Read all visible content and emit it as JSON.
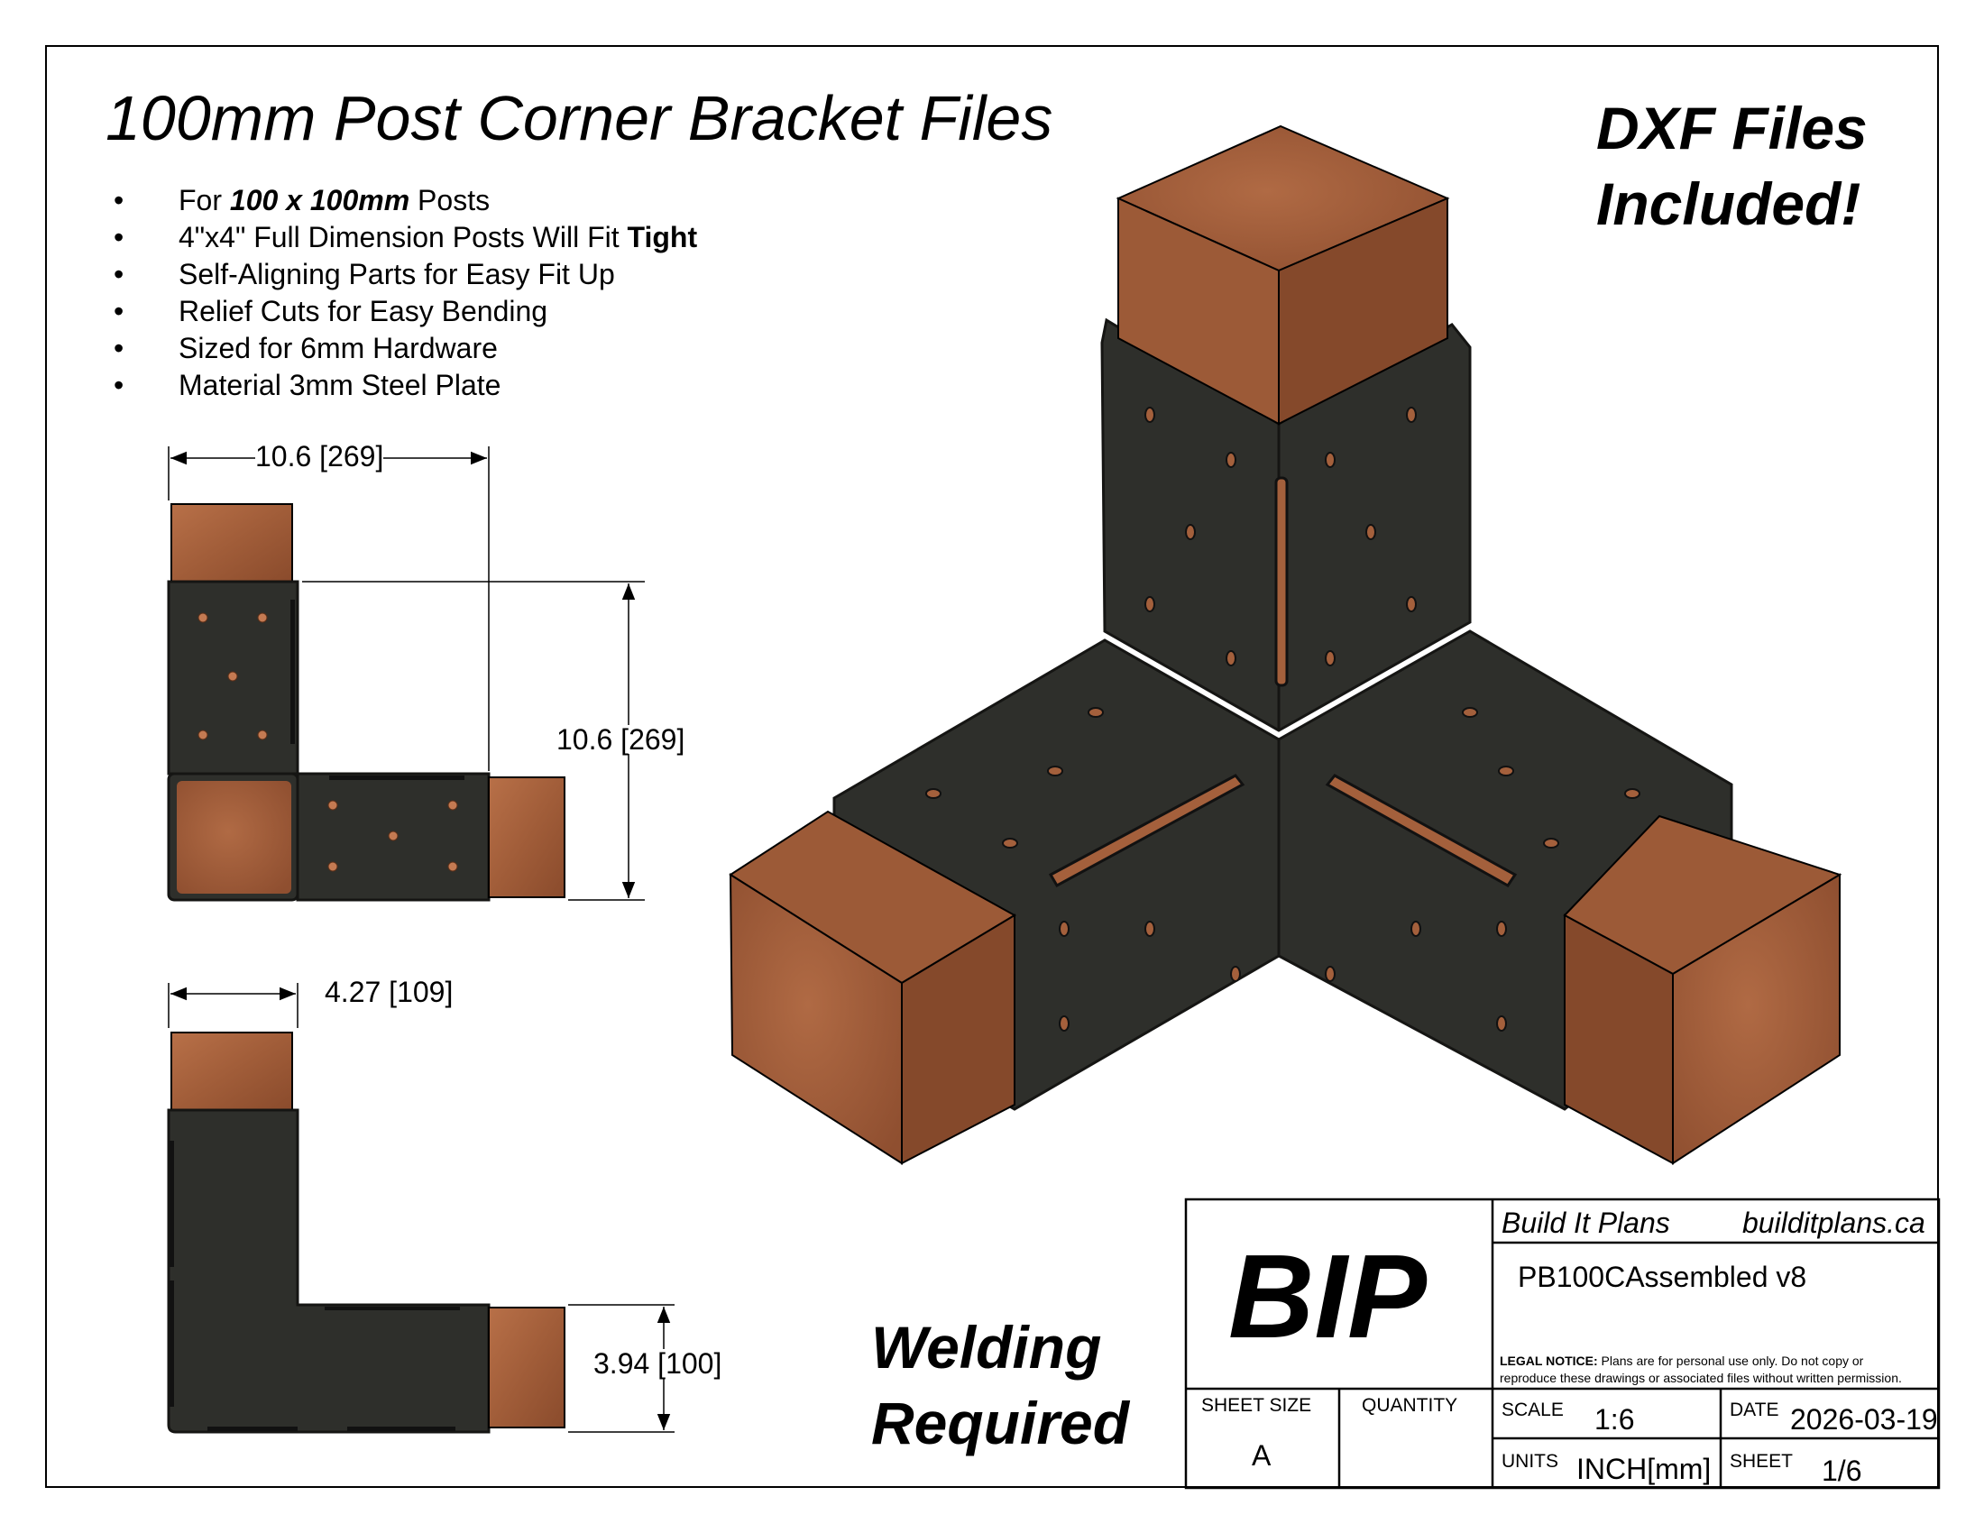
{
  "sheet": {
    "title": "100mm Post Corner Bracket Files",
    "dxf_note": [
      "DXF Files",
      "Included!"
    ],
    "welding_note": [
      "Welding",
      "Required"
    ]
  },
  "features": {
    "items": [
      {
        "pre": "For ",
        "bold": "100 x 100mm",
        "post": " Posts",
        "italic": true
      },
      {
        "pre": "4\"x4\" Full Dimension Posts Will Fit ",
        "bold": "Tight",
        "post": "",
        "italic": false
      },
      {
        "pre": "Self-Aligning Parts for Easy Fit Up",
        "bold": "",
        "post": "",
        "italic": false
      },
      {
        "pre": "Relief Cuts for Easy Bending",
        "bold": "",
        "post": "",
        "italic": false
      },
      {
        "pre": "Sized for 6mm Hardware",
        "bold": "",
        "post": "",
        "italic": false
      },
      {
        "pre": "Material 3mm Steel Plate",
        "bold": "",
        "post": "",
        "italic": false
      }
    ]
  },
  "dimensions": {
    "top_width": "10.6 [269]",
    "top_height": "10.6 [269]",
    "side_width": "4.27 [109]",
    "side_height": "3.94 [100]"
  },
  "title_block": {
    "logo": "BIP",
    "company": "Build It Plans",
    "website": "builditplans.ca",
    "part_name": "PB100CAssembled v8",
    "legal_label": "LEGAL NOTICE:",
    "legal_text_1": " Plans are for personal use only. Do not copy or",
    "legal_text_2": "reproduce these drawings or associated files without written permission.",
    "sheet_size_label": "SHEET SIZE",
    "sheet_size": "A",
    "quantity_label": "QUANTITY",
    "scale_label": "SCALE",
    "scale": "1:6",
    "date_label": "DATE",
    "date": "2026-03-19",
    "units_label": "UNITS",
    "units": "INCH[mm]",
    "sheet_label": "SHEET",
    "sheet_no": "1/6"
  },
  "colors": {
    "wood": "#a4603c",
    "wood_dark": "#7e4528",
    "steel": "#2e2f2b",
    "steel_edge": "#151513"
  }
}
